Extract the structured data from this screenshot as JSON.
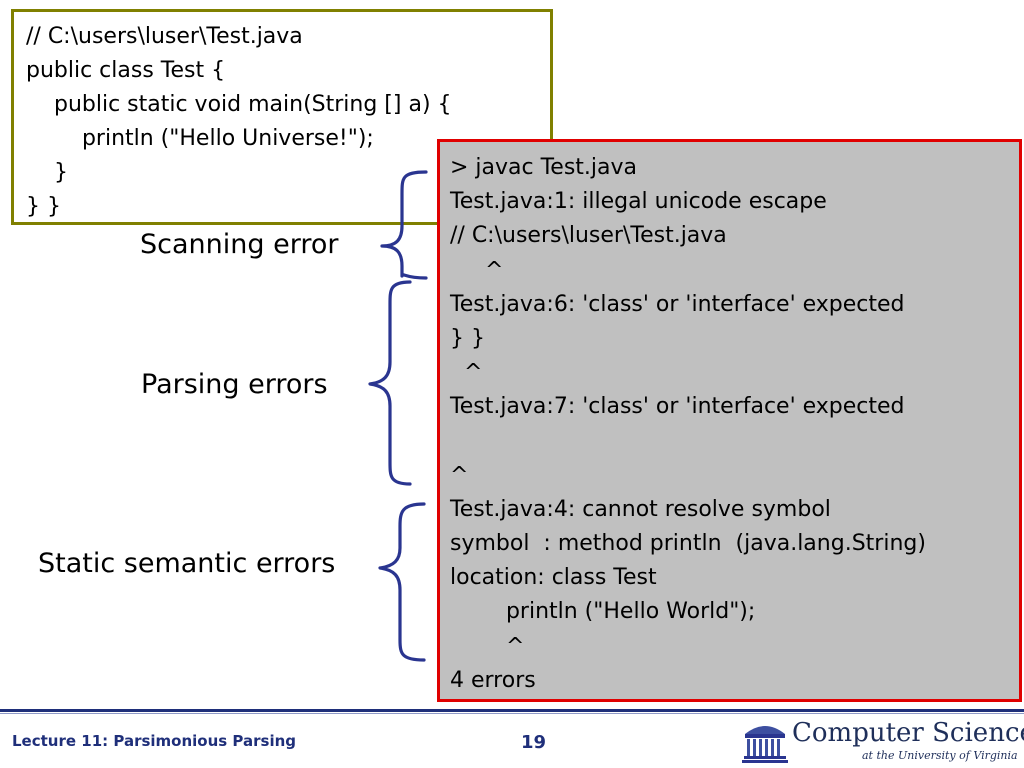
{
  "code": {
    "lines": [
      "// C:\\users\\luser\\Test.java",
      "public class Test {",
      "    public static void main(String [] a) {",
      "        println (\"Hello Universe!\");",
      "    }",
      "} }"
    ]
  },
  "output": {
    "lines": [
      "> javac Test.java",
      "Test.java:1: illegal unicode escape",
      "// C:\\users\\luser\\Test.java",
      "     ^",
      "Test.java:6: 'class' or 'interface' expected",
      "} }",
      "  ^",
      "Test.java:7: 'class' or 'interface' expected",
      "",
      "^",
      "Test.java:4: cannot resolve symbol",
      "symbol  : method println  (java.lang.String)",
      "location: class Test",
      "        println (\"Hello World\");",
      "        ^",
      "4 errors"
    ]
  },
  "labels": {
    "scanning": "Scanning error",
    "parsing": "Parsing errors",
    "semantic": "Static semantic errors"
  },
  "footer": {
    "lecture": "Lecture 11: Parsimonious Parsing",
    "page": "19",
    "logo_title": "Computer Science",
    "logo_subtitle": "at the University of Virginia"
  },
  "colors": {
    "code_border": "#808000",
    "output_border": "#e00000",
    "output_bg": "#c0c0c0",
    "brace": "#2a3590",
    "footer": "#1f2f7a"
  }
}
